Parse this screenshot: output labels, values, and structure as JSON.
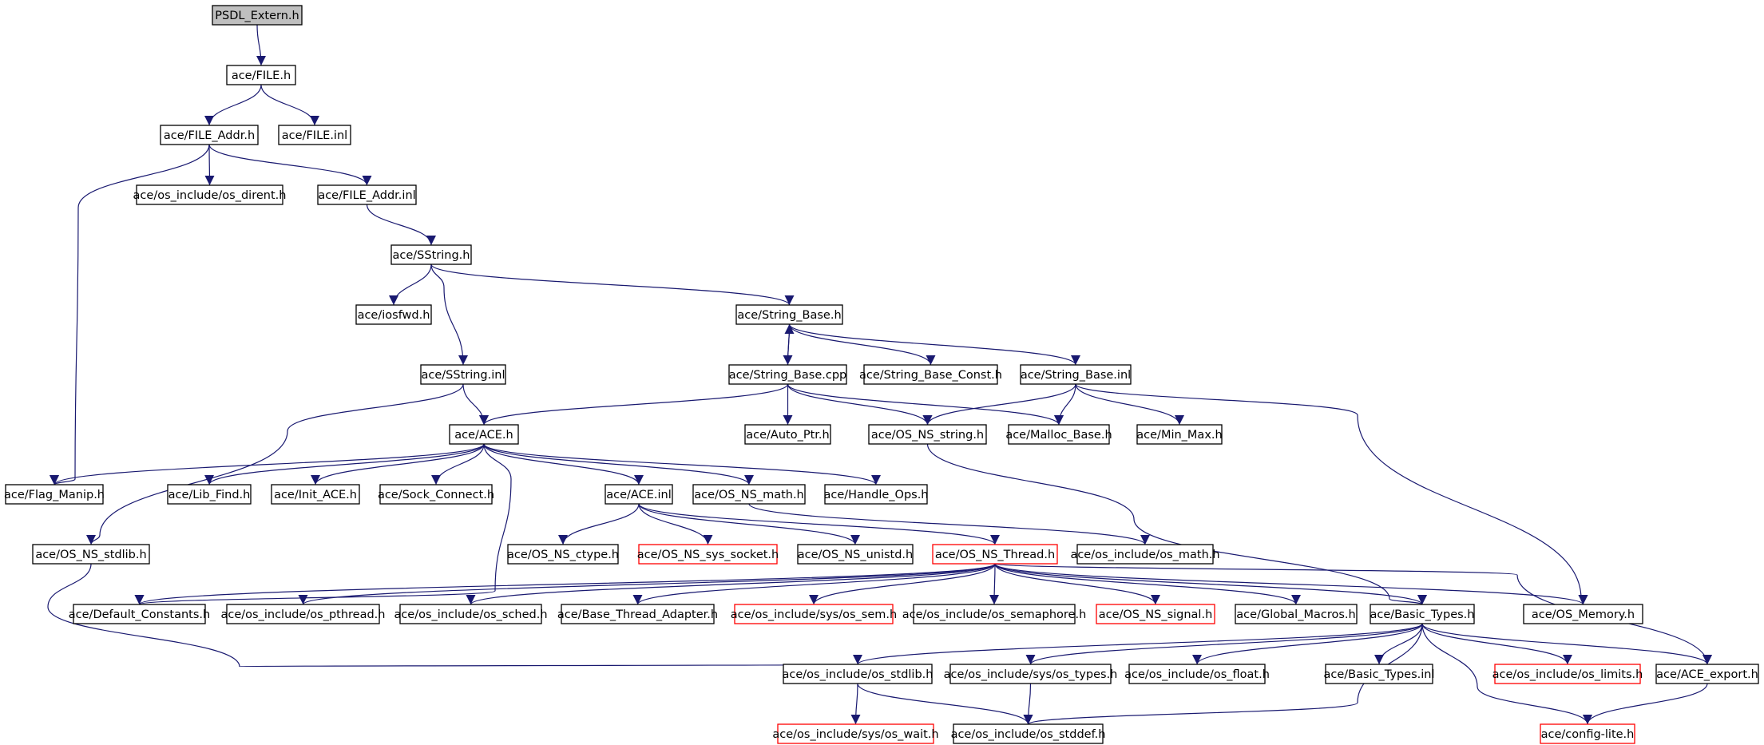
{
  "colors": {
    "edge": "#191970",
    "node_border": "#000000",
    "node_border_truncated": "#ff0000",
    "root_fill": "#bfbfbf",
    "node_fill": "#ffffff"
  },
  "graph": {
    "nodes": [
      {
        "id": "psdl_extern",
        "label": "PSDL_Extern.h",
        "root": true
      },
      {
        "id": "file_h",
        "label": "ace/FILE.h"
      },
      {
        "id": "file_addr_h",
        "label": "ace/FILE_Addr.h"
      },
      {
        "id": "file_inl",
        "label": "ace/FILE.inl"
      },
      {
        "id": "os_dirent",
        "label": "ace/os_include/os_dirent.h"
      },
      {
        "id": "file_addr_inl",
        "label": "ace/FILE_Addr.inl"
      },
      {
        "id": "sstring_h",
        "label": "ace/SString.h"
      },
      {
        "id": "iosfwd",
        "label": "ace/iosfwd.h"
      },
      {
        "id": "string_base_h",
        "label": "ace/String_Base.h"
      },
      {
        "id": "sstring_inl",
        "label": "ace/SString.inl"
      },
      {
        "id": "string_base_cpp",
        "label": "ace/String_Base.cpp"
      },
      {
        "id": "string_base_const",
        "label": "ace/String_Base_Const.h"
      },
      {
        "id": "string_base_inl",
        "label": "ace/String_Base.inl"
      },
      {
        "id": "ace_h",
        "label": "ace/ACE.h"
      },
      {
        "id": "auto_ptr",
        "label": "ace/Auto_Ptr.h"
      },
      {
        "id": "os_ns_string",
        "label": "ace/OS_NS_string.h"
      },
      {
        "id": "malloc_base",
        "label": "ace/Malloc_Base.h"
      },
      {
        "id": "min_max",
        "label": "ace/Min_Max.h"
      },
      {
        "id": "flag_manip",
        "label": "ace/Flag_Manip.h"
      },
      {
        "id": "lib_find",
        "label": "ace/Lib_Find.h"
      },
      {
        "id": "init_ace",
        "label": "ace/Init_ACE.h"
      },
      {
        "id": "sock_connect",
        "label": "ace/Sock_Connect.h"
      },
      {
        "id": "ace_inl",
        "label": "ace/ACE.inl"
      },
      {
        "id": "os_ns_math",
        "label": "ace/OS_NS_math.h"
      },
      {
        "id": "handle_ops",
        "label": "ace/Handle_Ops.h"
      },
      {
        "id": "os_ns_stdlib",
        "label": "ace/OS_NS_stdlib.h"
      },
      {
        "id": "os_ns_ctype",
        "label": "ace/OS_NS_ctype.h"
      },
      {
        "id": "os_ns_sys_socket",
        "label": "ace/OS_NS_sys_socket.h",
        "truncated": true
      },
      {
        "id": "os_ns_unistd",
        "label": "ace/OS_NS_unistd.h"
      },
      {
        "id": "os_ns_thread",
        "label": "ace/OS_NS_Thread.h",
        "truncated": true
      },
      {
        "id": "os_math",
        "label": "ace/os_include/os_math.h"
      },
      {
        "id": "default_constants",
        "label": "ace/Default_Constants.h"
      },
      {
        "id": "os_pthread",
        "label": "ace/os_include/os_pthread.h"
      },
      {
        "id": "os_sched",
        "label": "ace/os_include/os_sched.h"
      },
      {
        "id": "base_thread_adapter",
        "label": "ace/Base_Thread_Adapter.h"
      },
      {
        "id": "os_sem",
        "label": "ace/os_include/sys/os_sem.h",
        "truncated": true
      },
      {
        "id": "os_semaphore",
        "label": "ace/os_include/os_semaphore.h"
      },
      {
        "id": "os_ns_signal",
        "label": "ace/OS_NS_signal.h",
        "truncated": true
      },
      {
        "id": "global_macros",
        "label": "ace/Global_Macros.h"
      },
      {
        "id": "basic_types_h",
        "label": "ace/Basic_Types.h"
      },
      {
        "id": "os_memory",
        "label": "ace/OS_Memory.h"
      },
      {
        "id": "os_stdlib",
        "label": "ace/os_include/os_stdlib.h"
      },
      {
        "id": "os_types",
        "label": "ace/os_include/sys/os_types.h"
      },
      {
        "id": "os_float",
        "label": "ace/os_include/os_float.h"
      },
      {
        "id": "basic_types_inl",
        "label": "ace/Basic_Types.inl"
      },
      {
        "id": "os_limits",
        "label": "ace/os_include/os_limits.h",
        "truncated": true
      },
      {
        "id": "ace_export",
        "label": "ace/ACE_export.h"
      },
      {
        "id": "os_wait",
        "label": "ace/os_include/sys/os_wait.h",
        "truncated": true
      },
      {
        "id": "os_stddef",
        "label": "ace/os_include/os_stddef.h"
      },
      {
        "id": "config_lite",
        "label": "ace/config-lite.h",
        "truncated": true
      }
    ],
    "edges": [
      [
        "psdl_extern",
        "file_h"
      ],
      [
        "file_h",
        "file_addr_h"
      ],
      [
        "file_h",
        "file_inl"
      ],
      [
        "file_addr_h",
        "os_dirent"
      ],
      [
        "file_addr_h",
        "file_addr_inl"
      ],
      [
        "file_addr_h",
        "flag_manip"
      ],
      [
        "file_addr_inl",
        "sstring_h"
      ],
      [
        "sstring_h",
        "iosfwd"
      ],
      [
        "sstring_h",
        "string_base_h"
      ],
      [
        "sstring_h",
        "sstring_inl"
      ],
      [
        "string_base_h",
        "string_base_cpp"
      ],
      [
        "string_base_cpp",
        "string_base_h"
      ],
      [
        "string_base_h",
        "string_base_const"
      ],
      [
        "string_base_h",
        "string_base_inl"
      ],
      [
        "sstring_inl",
        "ace_h"
      ],
      [
        "sstring_inl",
        "os_ns_stdlib"
      ],
      [
        "string_base_cpp",
        "ace_h"
      ],
      [
        "string_base_cpp",
        "auto_ptr"
      ],
      [
        "string_base_cpp",
        "os_ns_string"
      ],
      [
        "string_base_cpp",
        "malloc_base"
      ],
      [
        "string_base_inl",
        "os_ns_string"
      ],
      [
        "string_base_inl",
        "malloc_base"
      ],
      [
        "string_base_inl",
        "min_max"
      ],
      [
        "string_base_inl",
        "os_memory"
      ],
      [
        "os_ns_string",
        "basic_types_h"
      ],
      [
        "ace_h",
        "flag_manip"
      ],
      [
        "ace_h",
        "lib_find"
      ],
      [
        "ace_h",
        "init_ace"
      ],
      [
        "ace_h",
        "sock_connect"
      ],
      [
        "ace_h",
        "ace_inl"
      ],
      [
        "ace_h",
        "os_ns_math"
      ],
      [
        "ace_h",
        "handle_ops"
      ],
      [
        "ace_h",
        "default_constants"
      ],
      [
        "ace_inl",
        "os_ns_ctype"
      ],
      [
        "ace_inl",
        "os_ns_sys_socket"
      ],
      [
        "ace_inl",
        "os_ns_unistd"
      ],
      [
        "ace_inl",
        "os_ns_thread"
      ],
      [
        "os_ns_math",
        "os_math"
      ],
      [
        "os_ns_stdlib",
        "os_stdlib"
      ],
      [
        "os_ns_thread",
        "default_constants"
      ],
      [
        "os_ns_thread",
        "os_pthread"
      ],
      [
        "os_ns_thread",
        "os_sched"
      ],
      [
        "os_ns_thread",
        "base_thread_adapter"
      ],
      [
        "os_ns_thread",
        "os_sem"
      ],
      [
        "os_ns_thread",
        "os_semaphore"
      ],
      [
        "os_ns_thread",
        "os_ns_signal"
      ],
      [
        "os_ns_thread",
        "global_macros"
      ],
      [
        "os_ns_thread",
        "basic_types_h"
      ],
      [
        "os_ns_thread",
        "os_memory"
      ],
      [
        "os_ns_thread",
        "ace_export"
      ],
      [
        "basic_types_h",
        "os_stdlib"
      ],
      [
        "basic_types_h",
        "os_types"
      ],
      [
        "basic_types_h",
        "os_float"
      ],
      [
        "basic_types_h",
        "basic_types_inl"
      ],
      [
        "basic_types_h",
        "os_limits"
      ],
      [
        "basic_types_h",
        "ace_export"
      ],
      [
        "basic_types_h",
        "os_stddef"
      ],
      [
        "basic_types_h",
        "config_lite"
      ],
      [
        "os_stdlib",
        "os_wait"
      ],
      [
        "os_stdlib",
        "os_stddef"
      ],
      [
        "os_types",
        "os_stddef"
      ],
      [
        "ace_export",
        "config_lite"
      ]
    ]
  }
}
